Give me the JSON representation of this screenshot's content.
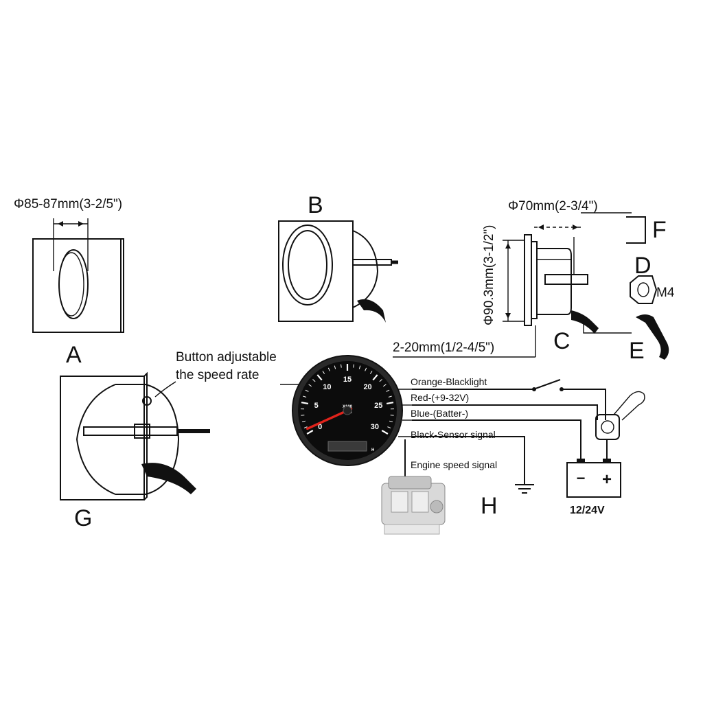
{
  "panels": {
    "a": {
      "letter": "A",
      "hole_dim": "Φ85-87mm(3-2/5\")"
    },
    "b": {
      "letter": "B"
    },
    "c": {
      "letter": "C",
      "bezel_dim": "Φ70mm(2-3/4\")",
      "height_dim": "Φ90.3mm(3-1/2\")",
      "panel_dim": "2-20mm(1/2-4/5\")"
    },
    "d": {
      "letter": "D",
      "nut": "M4"
    },
    "e": {
      "letter": "E"
    },
    "f": {
      "letter": "F"
    },
    "g": {
      "letter": "G",
      "button_note_line1": "Button adjustable",
      "button_note_line2": "the speed rate"
    },
    "h": {
      "letter": "H"
    }
  },
  "gauge": {
    "scale_labels": [
      "0",
      "5",
      "10",
      "15",
      "20",
      "25",
      "30"
    ],
    "unit_line1": "X100",
    "unit_line2": "RPM",
    "lcd_unit": "H",
    "needle_value": 0.7,
    "scale_max": 30,
    "needle_color": "#e0231b"
  },
  "wiring": {
    "wires": [
      {
        "label": "Orange-Blacklight"
      },
      {
        "label": "Red-(+9-32V)"
      },
      {
        "label": "Blue-(Batter-)"
      },
      {
        "label": "Black-Sensor signal"
      },
      {
        "label": "Engine speed signal"
      }
    ],
    "battery": {
      "label": "12/24V",
      "minus": "−",
      "plus": "+"
    }
  },
  "colors": {
    "ink": "#111111",
    "gauge_face": "#0c0c0c",
    "needle": "#e0231b"
  }
}
